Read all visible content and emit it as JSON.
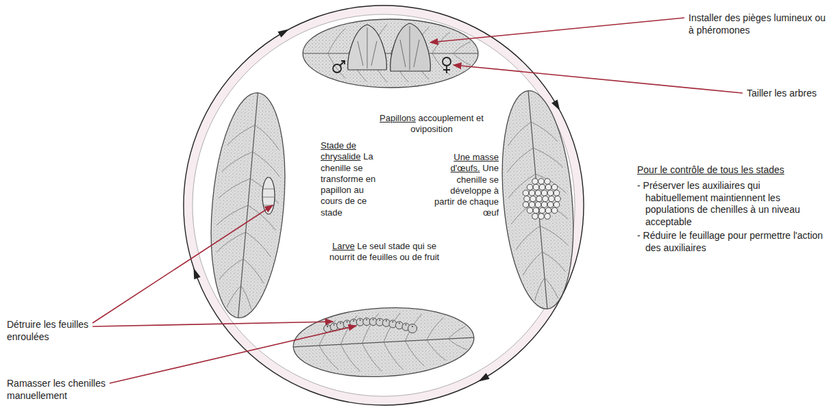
{
  "diagram": {
    "labels": [
      "Installer des pièges lumineux ou à phéromones",
      "Tailler les arbres",
      "Papillons",
      "accouplement et oviposition",
      "Stade de chrysalide",
      "La chenille se transforme en papillon au cours de ce stade",
      "Une masse d'œufs.",
      "Une chenille se développe à partir de chaque œuf",
      "Larve",
      "Le seul stade qui se nourrit de feuilles ou de fruit",
      "Pour le contrôle de tous les stades",
      "- Préserver les auxiliaires qui habituellement maintiennent les populations de chenilles à un niveau acceptable",
      "- Réduire le feuillage pour permettre l'action des auxiliaires",
      "Détruire les feuilles enroulées",
      "Ramasser les chenilles manuellement"
    ]
  }
}
